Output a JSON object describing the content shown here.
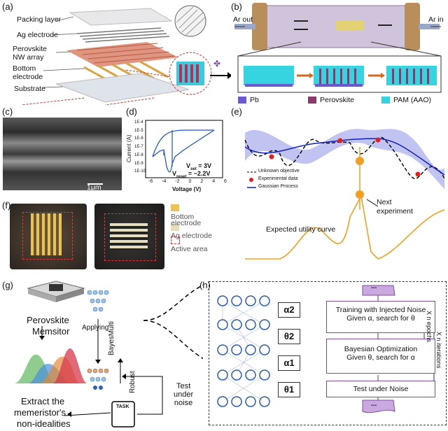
{
  "panel_labels": {
    "a": "(a)",
    "b": "(b)",
    "c": "(c)",
    "d": "(d)",
    "e": "(e)",
    "f": "(f)",
    "g": "(g)",
    "h": "(h)"
  },
  "panel_a": {
    "layers": [
      "Packing layer",
      "Ag electrode",
      "Perovskite",
      "NW array",
      "Bottom",
      "electrode",
      "Substrate"
    ]
  },
  "panel_b": {
    "ar_out": "Ar out",
    "ar_in": "Ar in",
    "legend": [
      {
        "label": "Pb",
        "color": "#6a5acd"
      },
      {
        "label": "Perovskite",
        "color": "#8b3a6b"
      },
      {
        "label": "PAM (AAO)",
        "color": "#36d3e0"
      }
    ]
  },
  "panel_c": {
    "scale": "1μm"
  },
  "panel_d": {
    "ylabel": "Current (A)",
    "xlabel": "Voltage (V)",
    "yticks": [
      "1E-4",
      "1E-5",
      "1E-6",
      "1E-7",
      "1E-8",
      "1E-9",
      "1E-10"
    ],
    "xticks": [
      "-6",
      "-4",
      "-2",
      "0",
      "2",
      "4",
      "6"
    ],
    "vset": "V",
    "vset_sub": "set",
    "vset_val": " = 3V",
    "vreset": "V",
    "vreset_sub": "reset",
    "vreset_val": " = −2.2V"
  },
  "panel_e": {
    "legend": [
      "Unknown objective",
      "Experimental data",
      "Gaussian Process"
    ],
    "next1": "Next",
    "next2": "experiment",
    "utility": "Expected utility curve"
  },
  "panel_f": {
    "legend": [
      {
        "label1": "Bottom",
        "label2": "electrode",
        "color": "#e8c35a"
      },
      {
        "label1": "Ag electrode",
        "label2": "",
        "color": "#e6dcc0"
      },
      {
        "label1": "Active area",
        "label2": "",
        "color": "#ffffff"
      }
    ]
  },
  "panel_g": {
    "chip1": "Perovskite",
    "chip2": "Memsitor",
    "applying": "Applying",
    "bayesmulti": "BayesMulti",
    "robust": "Robust",
    "extract1": "Extract the",
    "extract2": "memeristor's",
    "extract3": "non-idealities",
    "test1": "Test",
    "test2": "under",
    "test3": "noise",
    "task": "TASK"
  },
  "panel_h": {
    "symbols": [
      "α2",
      "θ2",
      "α1",
      "θ1"
    ],
    "box1a": "Training with Injected Noise",
    "box1b": "Given α, search for θ",
    "box2a": "Bayesian Optimization",
    "box2b": "Given θ, search for α",
    "box3": "Test under Noise",
    "xn_epochs": "X n epochs",
    "xn_iter": "X n iterations",
    "dots": "..."
  }
}
